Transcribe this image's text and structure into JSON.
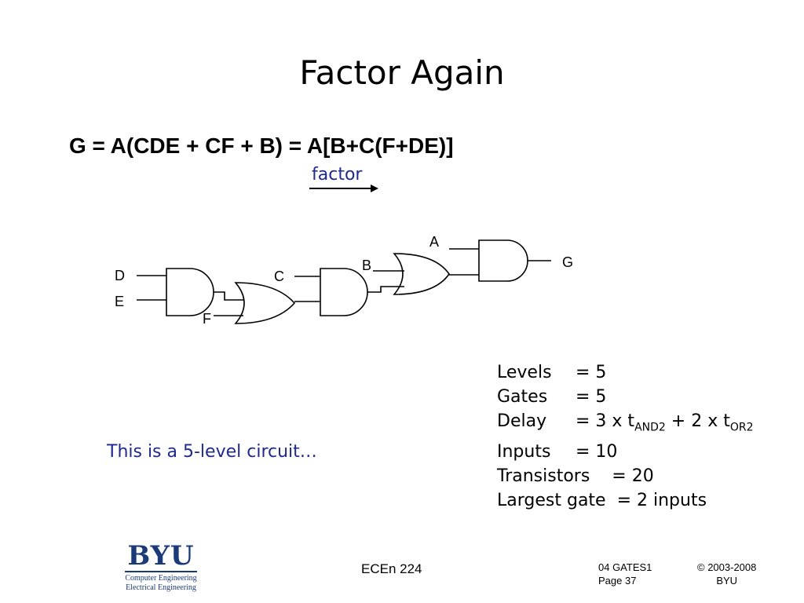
{
  "slide": {
    "title": "Factor Again",
    "equation": "G = A(CDE + CF + B) = A[B+C(F+DE)]",
    "factor_label": "factor",
    "note": "This is a 5-level circuit…"
  },
  "circuit": {
    "inputs": {
      "d": "D",
      "e": "E",
      "f": "F",
      "c": "C",
      "b": "B",
      "a": "A"
    },
    "output": "G",
    "gates": [
      "AND",
      "OR",
      "AND",
      "OR",
      "AND"
    ]
  },
  "stats": {
    "levels": {
      "label": "Levels",
      "value": "= 5"
    },
    "gates": {
      "label": "Gates",
      "value": "= 5"
    },
    "delay": {
      "label": "Delay",
      "value_prefix": "= 3 x t",
      "sub1": "AND2",
      "mid": " + 2 x t",
      "sub2": "OR2"
    },
    "inputs": {
      "label": "Inputs",
      "value": "= 10"
    },
    "transistors": {
      "text": "Transistors    = 20"
    },
    "largest_gate": {
      "text": "Largest gate  = 2 inputs"
    }
  },
  "footer": {
    "logo_main": "BYU",
    "logo_line1": "Computer Engineering",
    "logo_line2": "Electrical Engineering",
    "course": "ECEn 224",
    "slide_code": "04 GATES1",
    "page": "Page 37",
    "copyright_years": "© 2003-2008",
    "copyright_org": "BYU"
  },
  "colors": {
    "accent_text": "#1f2a8c",
    "logo": "#1b3a78"
  }
}
